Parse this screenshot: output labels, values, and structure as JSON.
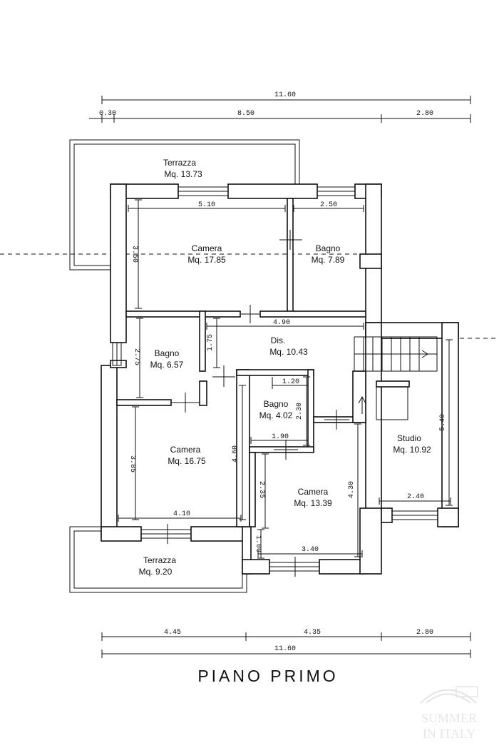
{
  "title": "PIANO PRIMO",
  "watermark": {
    "line1": "SUMMER",
    "line2": "IN ITALY"
  },
  "top_dimensions": {
    "total": "11.60",
    "left": "0.30",
    "middle": "8.50",
    "right": "2.80"
  },
  "bottom_dimensions": {
    "total": "11.60",
    "left": "4.45",
    "middle": "4.35",
    "right": "2.80"
  },
  "rooms": {
    "terrazza_top": {
      "name": "Terrazza",
      "area": "Mq. 13.73"
    },
    "camera_top": {
      "name": "Camera",
      "area": "Mq. 17.85",
      "width": "5.10",
      "depth": "3.50"
    },
    "bagno_top": {
      "name": "Bagno",
      "area": "Mq. 7.89",
      "width": "2.50"
    },
    "bagno_left": {
      "name": "Bagno",
      "area": "Mq. 6.57",
      "depth": "2.75"
    },
    "dis": {
      "name": "Dis.",
      "area": "Mq. 10.43",
      "width": "4.90",
      "depth": "1.75"
    },
    "bagno_small": {
      "name": "Bagno",
      "area": "Mq. 4.02",
      "width_top": "1.20",
      "width_bottom": "1.90",
      "depth": "2.30"
    },
    "camera_left": {
      "name": "Camera",
      "area": "Mq. 16.75",
      "width": "4.10",
      "depth_left": "3.85",
      "depth_right": "4.60"
    },
    "camera_center": {
      "name": "Camera",
      "area": "Mq. 13.39",
      "width": "3.40",
      "depth_left": "2.35",
      "depth_right": "4.30",
      "step": "1.00"
    },
    "studio": {
      "name": "Studio",
      "area": "Mq. 10.92",
      "width": "2.40",
      "depth": "5.40"
    },
    "terrazza_bottom": {
      "name": "Terrazza",
      "area": "Mq. 9.20"
    }
  }
}
